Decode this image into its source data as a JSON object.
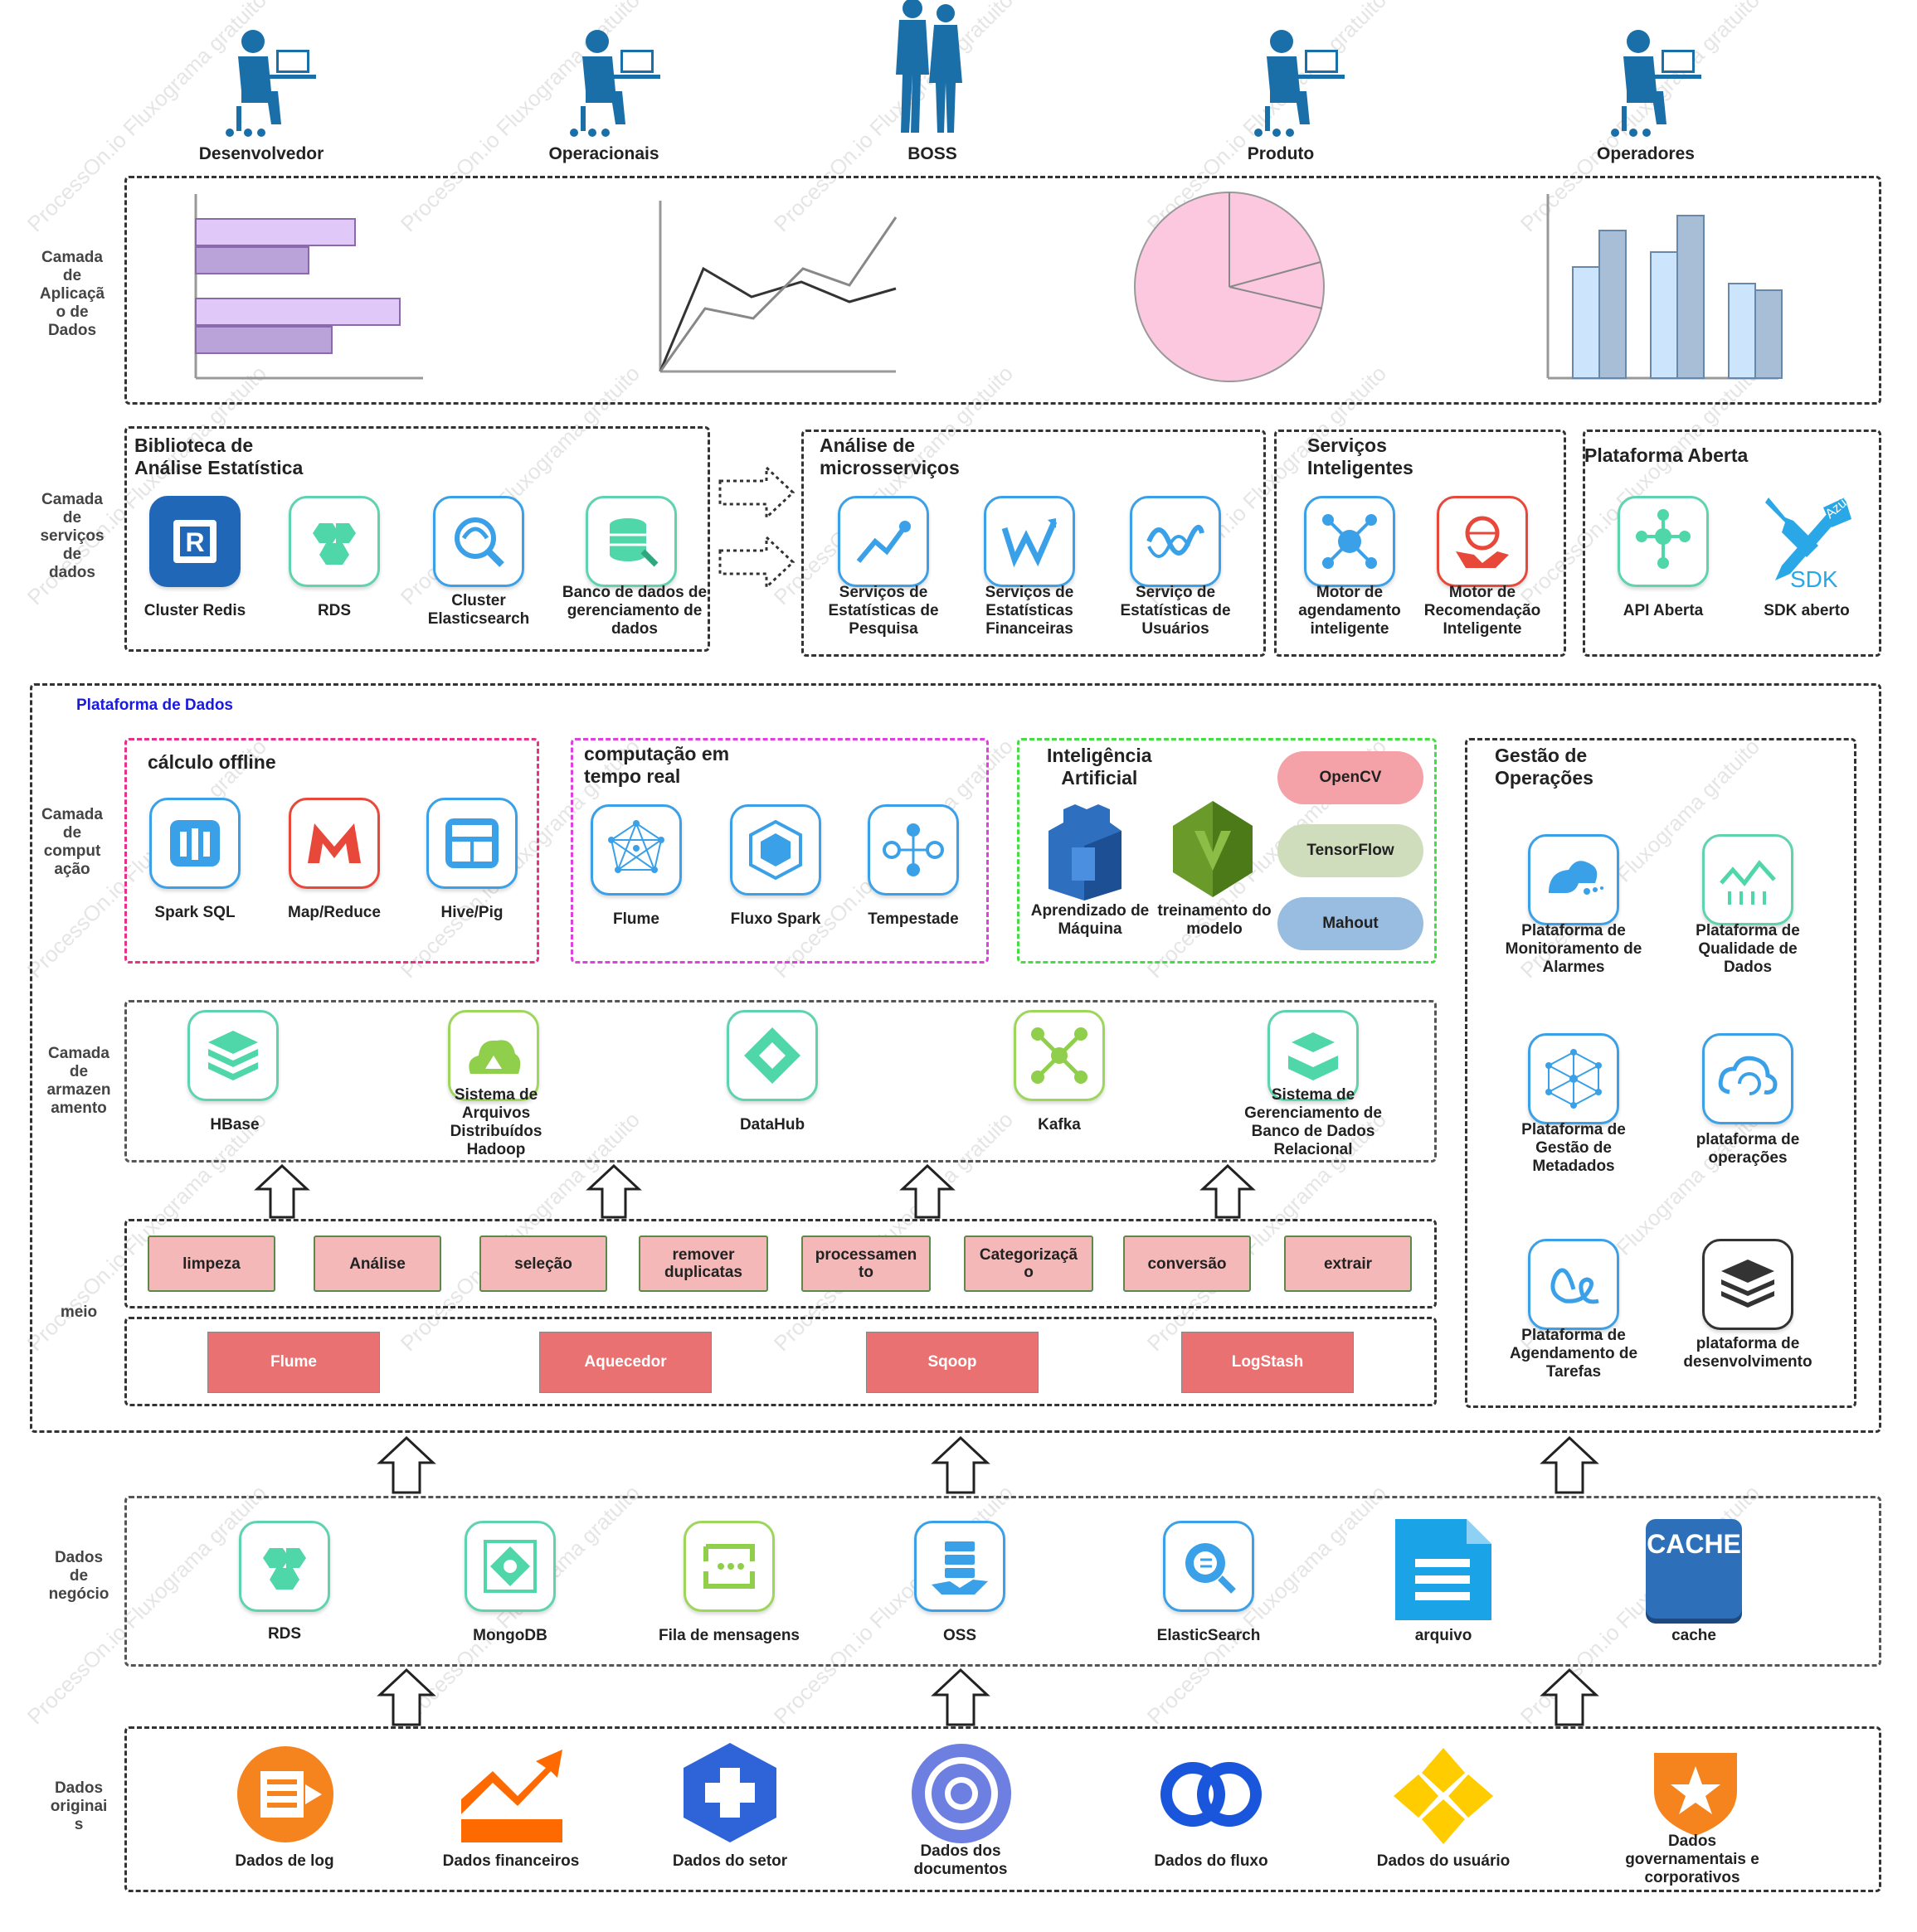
{
  "users": [
    "Desenvolvedor",
    "Operacionais",
    "BOSS",
    "Produto",
    "Operadores"
  ],
  "layers": {
    "app": "Camada\nde\nAplicaçã\no de\nDados",
    "service": "Camada\nde\nserviços\nde\ndados",
    "compute": "Camada\nde\ncomput\nação",
    "storage": "Camada\nde\narmazen\namento",
    "medium": "meio",
    "business": "Dados\nde\nnegócio",
    "original": "Dados\noriginai\ns"
  },
  "service_groups": {
    "stats_lib": {
      "title": "Biblioteca de\nAnálise Estatística",
      "items": [
        "Cluster Redis",
        "RDS",
        "Cluster\nElasticsearch",
        "Banco de dados de\ngerenciamento de\ndados"
      ]
    },
    "micro": {
      "title": "Análise de\nmicrosserviços",
      "items": [
        "Serviços de\nEstatísticas de\nPesquisa",
        "Serviços de\nEstatísticas\nFinanceiras",
        "Serviço de\nEstatísticas de\nUsuários"
      ]
    },
    "smart": {
      "title": "Serviços\nInteligentes",
      "items": [
        "Motor de\nagendamento\ninteligente",
        "Motor de\nRecomendação\nInteligente"
      ]
    },
    "open": {
      "title": "Plataforma Aberta",
      "items": [
        "API Aberta",
        "SDK aberto"
      ],
      "sdk_badge": "Azure",
      "sdk_text": "SDK"
    }
  },
  "platform_title": "Plataforma de Dados",
  "compute": {
    "offline": {
      "title": "cálculo offline",
      "items": [
        "Spark SQL",
        "Map/Reduce",
        "Hive/Pig"
      ]
    },
    "realtime": {
      "title": "computação em\ntempo real",
      "items": [
        "Flume",
        "Fluxo Spark",
        "Tempestade"
      ]
    },
    "ai": {
      "title": "Inteligência\nArtificial",
      "items": [
        "Aprendizado de\nMáquina",
        "treinamento do\nmodelo"
      ],
      "pills": [
        "OpenCV",
        "TensorFlow",
        "Mahout"
      ]
    }
  },
  "storage": [
    "HBase",
    "Sistema de\nArquivos\nDistribuídos\nHadoop",
    "DataHub",
    "Kafka",
    "Sistema de\nGerenciamento de\nBanco de Dados\nRelacional"
  ],
  "steps": [
    "limpeza",
    "Análise",
    "seleção",
    "remover\nduplicatas",
    "processamen\nto",
    "Categorizaçã\no",
    "conversão",
    "extrair"
  ],
  "tools": [
    "Flume",
    "Aquecedor",
    "Sqoop",
    "LogStash"
  ],
  "ops": {
    "title": "Gestão de\nOperações",
    "items": [
      "Plataforma de\nMonitoramento de\nAlarmes",
      "Plataforma de\nQualidade de\nDados",
      "Plataforma de\nGestão de\nMetadados",
      "plataforma de\noperações",
      "Plataforma de\nAgendamento de\nTarefas",
      "plataforma de\ndesenvolvimento"
    ]
  },
  "business": [
    "RDS",
    "MongoDB",
    "Fila de mensagens",
    "OSS",
    "ElasticSearch",
    "arquivo",
    "cache"
  ],
  "cache_badge": "CACHE",
  "original": [
    "Dados de log",
    "Dados financeiros",
    "Dados do setor",
    "Dados dos\ndocumentos",
    "Dados do fluxo",
    "Dados do usuário",
    "Dados\ngovernamentais e\ncorporativos"
  ],
  "watermark": "ProcessOn.io Fluxograma gratuito",
  "colors": {
    "teal": "#5fd3b0",
    "blue": "#3aa0e8",
    "red": "#e8483a",
    "pink_box": "#e8308a",
    "green_box": "#44dd44",
    "step_fill": "#f4b8b8",
    "tool_fill": "#ea7171"
  }
}
